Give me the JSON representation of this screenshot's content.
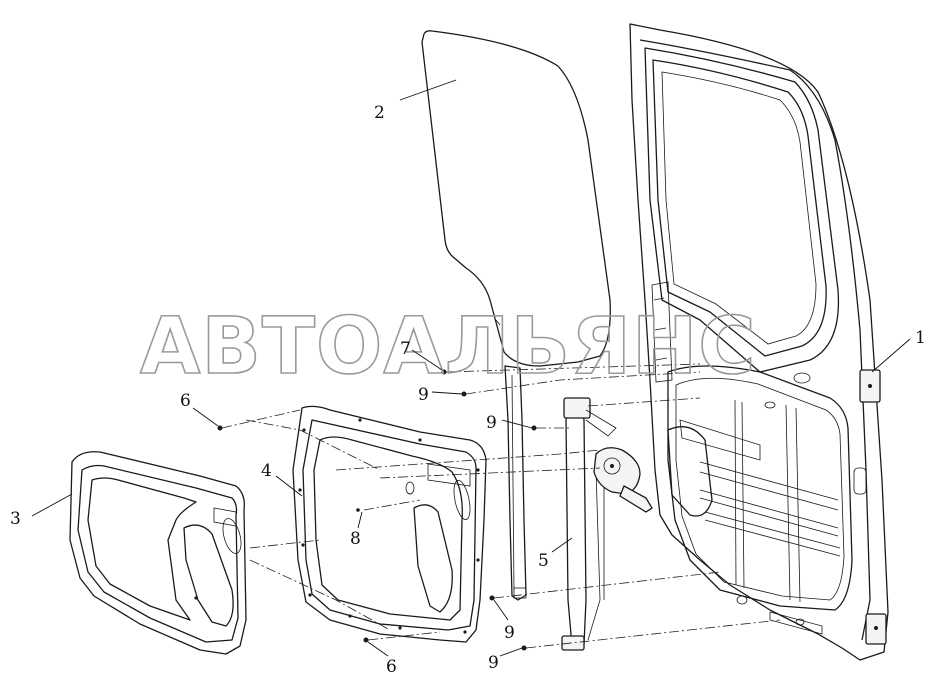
{
  "watermark": "АВТОАЛЬЯНС",
  "callouts": {
    "c1": "1",
    "c2": "2",
    "c3": "3",
    "c4": "4",
    "c5": "5",
    "c6a": "6",
    "c6b": "6",
    "c7": "7",
    "c8": "8",
    "c9a": "9",
    "c9b": "9",
    "c9c": "9",
    "c9d": "9"
  }
}
